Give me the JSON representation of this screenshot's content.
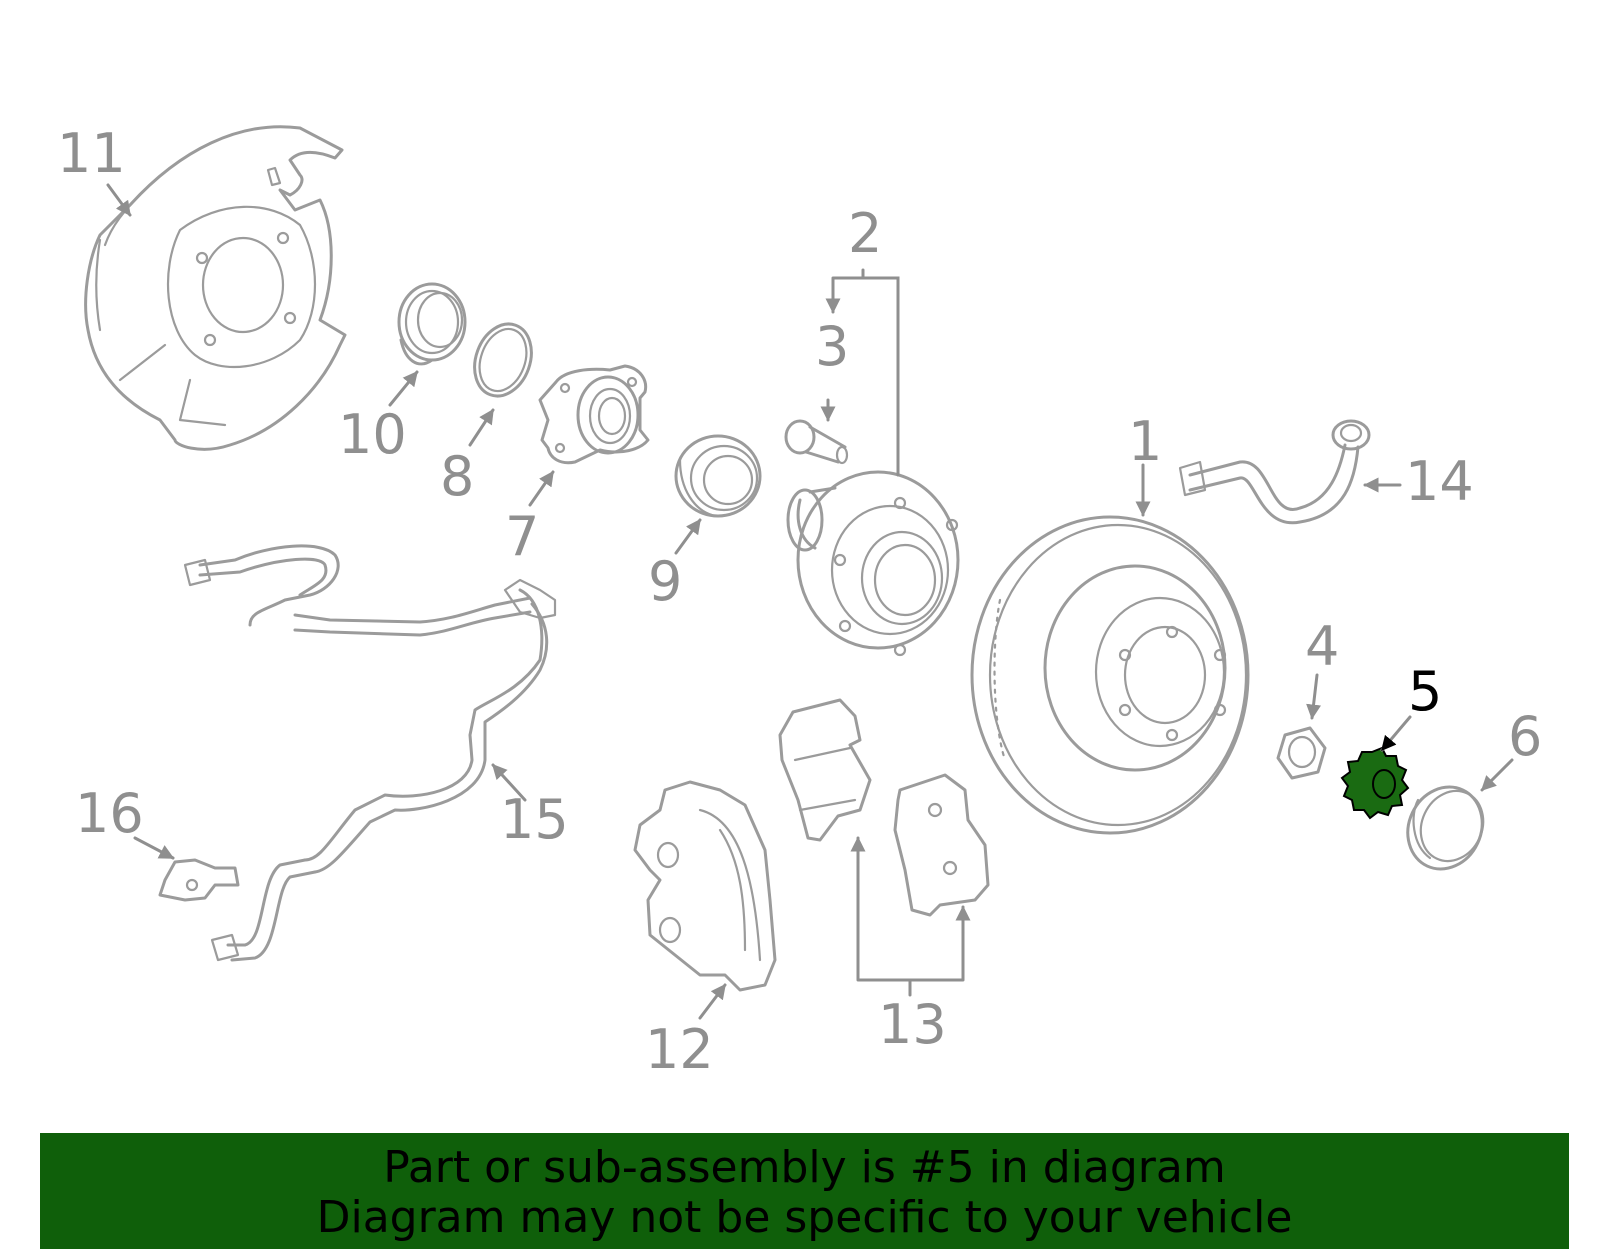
{
  "highlight_color": "#1a6b12",
  "banner_color": "#0f5f0a",
  "callouts": [
    {
      "id": "c1",
      "label": "1"
    },
    {
      "id": "c2",
      "label": "2"
    },
    {
      "id": "c3",
      "label": "3"
    },
    {
      "id": "c4",
      "label": "4"
    },
    {
      "id": "c5",
      "label": "5",
      "highlighted": true
    },
    {
      "id": "c6",
      "label": "6"
    },
    {
      "id": "c7",
      "label": "7"
    },
    {
      "id": "c8",
      "label": "8"
    },
    {
      "id": "c9",
      "label": "9"
    },
    {
      "id": "c10",
      "label": "10"
    },
    {
      "id": "c11",
      "label": "11"
    },
    {
      "id": "c12",
      "label": "12"
    },
    {
      "id": "c13",
      "label": "13"
    },
    {
      "id": "c14",
      "label": "14"
    },
    {
      "id": "c15",
      "label": "15"
    },
    {
      "id": "c16",
      "label": "16"
    }
  ],
  "banner": {
    "line1": "Part or sub-assembly is #5 in diagram",
    "line2": "Diagram may not be specific to your vehicle"
  }
}
